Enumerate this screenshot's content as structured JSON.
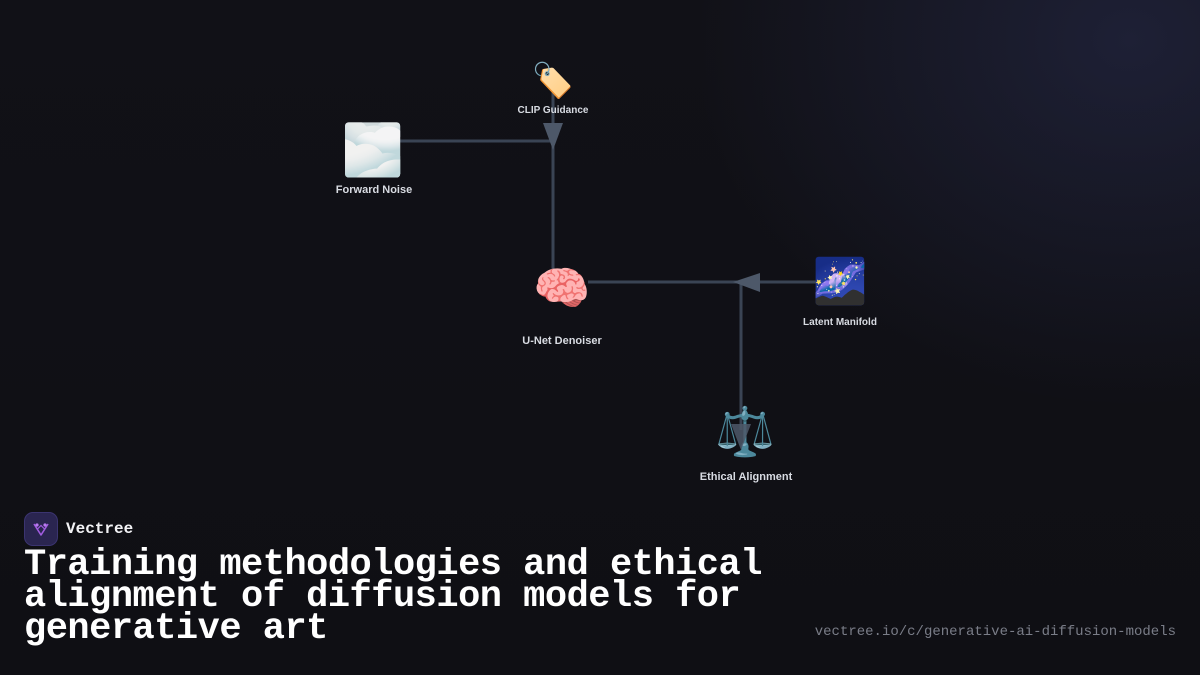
{
  "diagram": {
    "nodes": [
      {
        "id": "clip",
        "label": "CLIP Guidance",
        "icon": "label-tag-icon",
        "emoji": "🏷️"
      },
      {
        "id": "forward",
        "label": "Forward Noise",
        "icon": "cloud-icon",
        "emoji": "🌫️"
      },
      {
        "id": "unet",
        "label": "U-Net Denoiser",
        "icon": "brain-icon",
        "emoji": "🧠"
      },
      {
        "id": "latent",
        "label": "Latent Manifold",
        "icon": "galaxy-icon",
        "emoji": "🌌"
      },
      {
        "id": "ethics",
        "label": "Ethical Alignment",
        "icon": "balance-scale-icon",
        "emoji": "⚖️"
      }
    ],
    "edges": [
      {
        "from": "forward",
        "to": "clip"
      },
      {
        "from": "clip",
        "to": "unet"
      },
      {
        "from": "latent",
        "to": "unet"
      },
      {
        "from": "latent",
        "to": "ethics"
      }
    ],
    "colors": {
      "edge": "#3a4454",
      "arrow": "#4d5869",
      "label": "#d8dbe2"
    }
  },
  "brand": {
    "name": "Vectree",
    "logo_icon": "vectree-logo-icon",
    "logo_color": "#a15ce0"
  },
  "title": "Training methodologies and ethical alignment of diffusion models for generative art",
  "url": "vectree.io/c/generative-ai-diffusion-models"
}
